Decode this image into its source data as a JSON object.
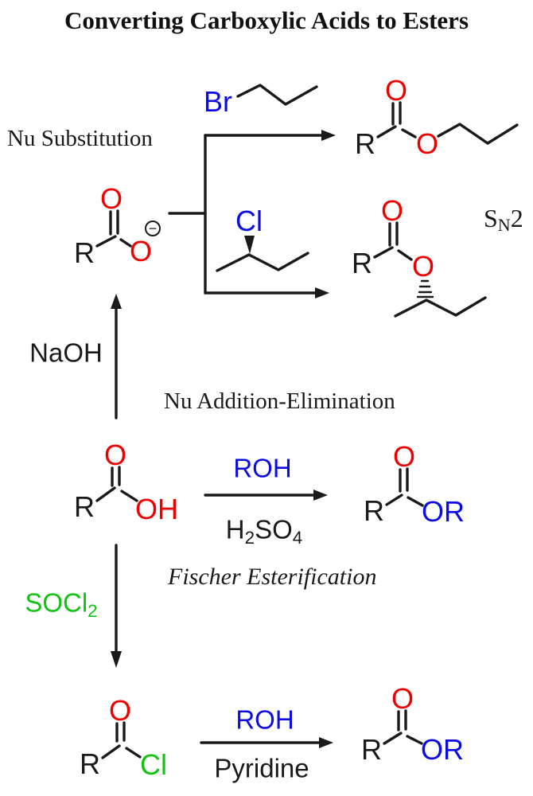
{
  "title": "Converting Carboxylic Acids to Esters",
  "colors": {
    "accent_red": "#ee0000",
    "accent_blue": "#0b0be8",
    "accent_green": "#12c412",
    "bond_black": "#1a1a1a"
  },
  "section_labels": {
    "nu_substitution": "Nu Substitution",
    "nu_addition_elimination": "Nu Addition-Elimination",
    "fischer_esterification": "Fischer Esterification",
    "sn2": {
      "base": "S",
      "sub": "N",
      "tail": "2"
    }
  },
  "reagents": {
    "naoh": "NaOH",
    "socl2": {
      "base": "SOCl",
      "sub": "2"
    },
    "roh_top": "ROH",
    "h2so4": {
      "p1": "H",
      "s1": "2",
      "p2": "SO",
      "s2": "4"
    },
    "roh_bottom": "ROH",
    "pyridine": "Pyridine"
  },
  "molecules": {
    "carboxylate": {
      "r": "R",
      "o_carbonyl": "O",
      "o_anion": "O",
      "charge": "−"
    },
    "bromopropane": {
      "halogen": "Br"
    },
    "chlorobutane": {
      "halogen": "Cl"
    },
    "ester_propyl": {
      "r": "R",
      "o_carbonyl": "O",
      "o_ester": "O"
    },
    "ester_secbutyl": {
      "r": "R",
      "o_carbonyl": "O",
      "o_ester": "O"
    },
    "carboxylic_acid": {
      "r": "R",
      "o_carbonyl": "O",
      "oh": "OH"
    },
    "ester_ror_mid": {
      "r": "R",
      "o_carbonyl": "O",
      "or": "OR"
    },
    "acid_chloride": {
      "r": "R",
      "o_carbonyl": "O",
      "cl": "Cl"
    },
    "ester_ror_bottom": {
      "r": "R",
      "o_carbonyl": "O",
      "or": "OR"
    }
  }
}
